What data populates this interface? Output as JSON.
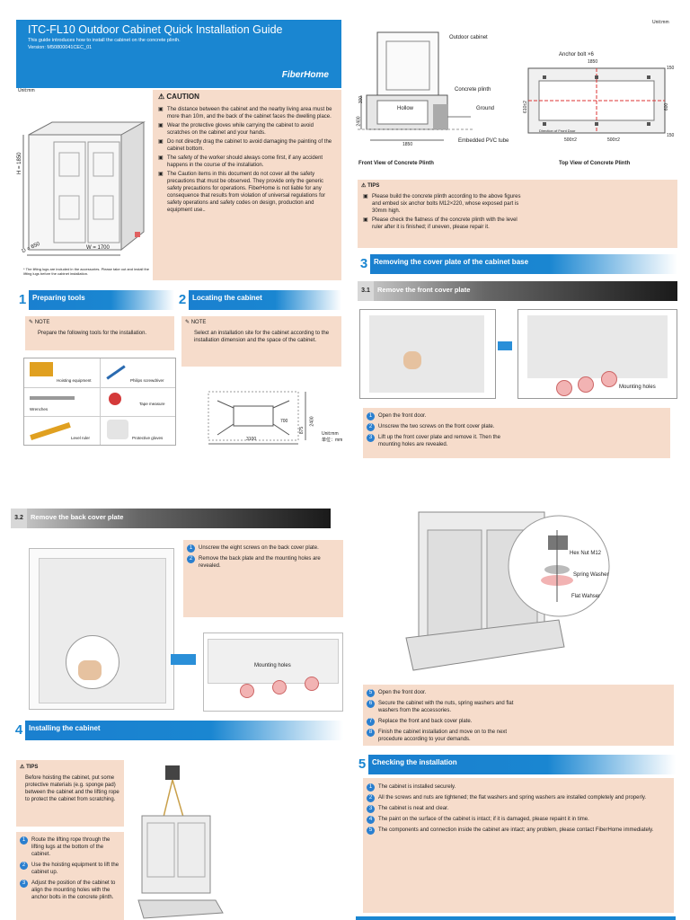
{
  "title": {
    "heading": "ITC-FL10 Outdoor Cabinet Quick Installation Guide",
    "intro": "This guide introduces how to install the cabinet on the concrete plinth.",
    "version": "Version: M50800041CEC_01",
    "logo": "FiberHome"
  },
  "unit_top_right": "Unit:mm",
  "unit_left": "Unit:mm",
  "cabinet_dims": {
    "height": "H = 1850",
    "depth": "D = 650",
    "width": "W = 1700"
  },
  "lifting_note": "* The lifting lugs are included in the accessories. Please take out and install the lifting lugs before the cabinet installation.",
  "caution": {
    "heading": "CAUTION",
    "items": [
      "The distance between the cabinet and the nearby living area must be more than 10m, and the back of the cabinet faces the dwelling place.",
      "Wear the protective gloves while carrying the cabinet to avoid scratches on the cabinet and your hands.",
      "Do not directly drag the cabinet to avoid damaging the painting of the cabinet bottom.",
      "The safety of the worker should always come first, if any accident happens in the course of the installation.",
      "The Caution items in this document do not cover all the safety precautions that must be observed. They provide only the generic safety precautions for operations. FiberHome is not liable for any consequence that results from violation of universal regulations for safety operations and safety codes on design, production and equipment use.."
    ]
  },
  "plinth": {
    "labels": [
      "Outdoor cabinet",
      "Concrete plinth",
      "Hollow",
      "Ground",
      "Embedded PVC tube"
    ],
    "front_dims": [
      "300",
      "2400",
      "1850"
    ],
    "top_dims": {
      "anchor": "Anchor bolt ×6",
      "w": "1850",
      "a": "150",
      "b": "600",
      "c": "610±2",
      "d": "150",
      "e": "500±2",
      "f": "500±2",
      "inner": "Direction of Front Door"
    },
    "front_caption": "Front View of Concrete Plinth",
    "top_caption": "Top View of Concrete Plinth"
  },
  "tips1": {
    "heading": "TIPS",
    "items": [
      "Please build the concrete plinth according to the above figures and embed six anchor bolts M12×220, whose exposed part is 30mm high.",
      "Please check the flatness of the concrete plinth with the level ruler after it is finished; if uneven, please repair it."
    ]
  },
  "sec1": {
    "num": "1",
    "label": "Preparing tools"
  },
  "sec2": {
    "num": "2",
    "label": "Locating the cabinet"
  },
  "sec3": {
    "num": "3",
    "label": "Removing the cover plate of the cabinet base"
  },
  "sub31": {
    "num": "3.1",
    "label": "Remove the front cover plate"
  },
  "sub32": {
    "num": "3.2",
    "label": "Remove the back cover plate"
  },
  "sec4": {
    "num": "4",
    "label": "Installing the cabinet"
  },
  "sec5": {
    "num": "5",
    "label": "Checking the installation"
  },
  "note1": {
    "heading": "NOTE",
    "text": "Prepare the following tools for the installation."
  },
  "note2": {
    "heading": "NOTE",
    "text": "Select an installation site for the cabinet according to the installation dimension and the space of the cabinet."
  },
  "tools": [
    "Hoisting equipment",
    "Philips screwdriver",
    "Wrenches",
    "Tape measure",
    "Level ruler",
    "Protective gloves"
  ],
  "site_dims": {
    "w": "3100",
    "h": "2400",
    "a": "700",
    "b": "875",
    "unit": "Unit:mm",
    "unit_cn": "单位：mm"
  },
  "steps31": [
    {
      "n": "1",
      "text": "Open the front door."
    },
    {
      "n": "2",
      "text": "Unscrew the two screws on the front cover plate."
    },
    {
      "n": "3",
      "text": "Lift up the front cover plate and remove it. Then the mounting holes are revealed."
    }
  ],
  "mounting_holes": "Mounting holes",
  "steps32": [
    {
      "n": "1",
      "text": "Unscrew the eight screws on the back cover plate."
    },
    {
      "n": "2",
      "text": "Remove the back plate and the mounting holes are revealed."
    }
  ],
  "hardware": [
    "Hex Nut M12",
    "Spring Washer",
    "Flat Wahser"
  ],
  "steps4b": [
    {
      "n": "5",
      "text": "Open the front door."
    },
    {
      "n": "6",
      "text": "Secure the cabinet with the nuts, spring washers and flat washers from the accessories."
    },
    {
      "n": "7",
      "text": "Replace the front and back cover plate."
    },
    {
      "n": "8",
      "text": "Finish the cabinet installation and move on to the next procedure according to your demands."
    }
  ],
  "tips2": {
    "heading": "TIPS",
    "text": "Before hoisting the cabinet, put some protective materials (e.g. sponge pad) between the cabinet and the lifting rope to protect the cabinet from scratching."
  },
  "steps4a": [
    {
      "n": "1",
      "text": "Route the lifting rope through the lifting lugs at the bottom of the cabinet."
    },
    {
      "n": "2",
      "text": "Use the hoisting equipment to lift the cabinet up."
    },
    {
      "n": "3",
      "text": "Adjust the position of the cabinet to align the mounting holes with the anchor bolts in the concrete plinth."
    }
  ],
  "steps5": [
    {
      "n": "1",
      "text": "The cabinet is installed securely."
    },
    {
      "n": "2",
      "text": "All the screws and nuts are tightened; the flat washers and spring washers are installed completely and properly."
    },
    {
      "n": "3",
      "text": "The cabinet is neat and clear."
    },
    {
      "n": "4",
      "text": "The paint on the surface of the cabinet is intact; if it is damaged, please repaint it in time."
    },
    {
      "n": "5",
      "text": "The components and connection inside the cabinet are intact; any problem, please contact FiberHome immediately."
    }
  ],
  "colors": {
    "accent": "#1a86d1",
    "panel": "#f6dccb",
    "pink": "#f2b3b3"
  }
}
